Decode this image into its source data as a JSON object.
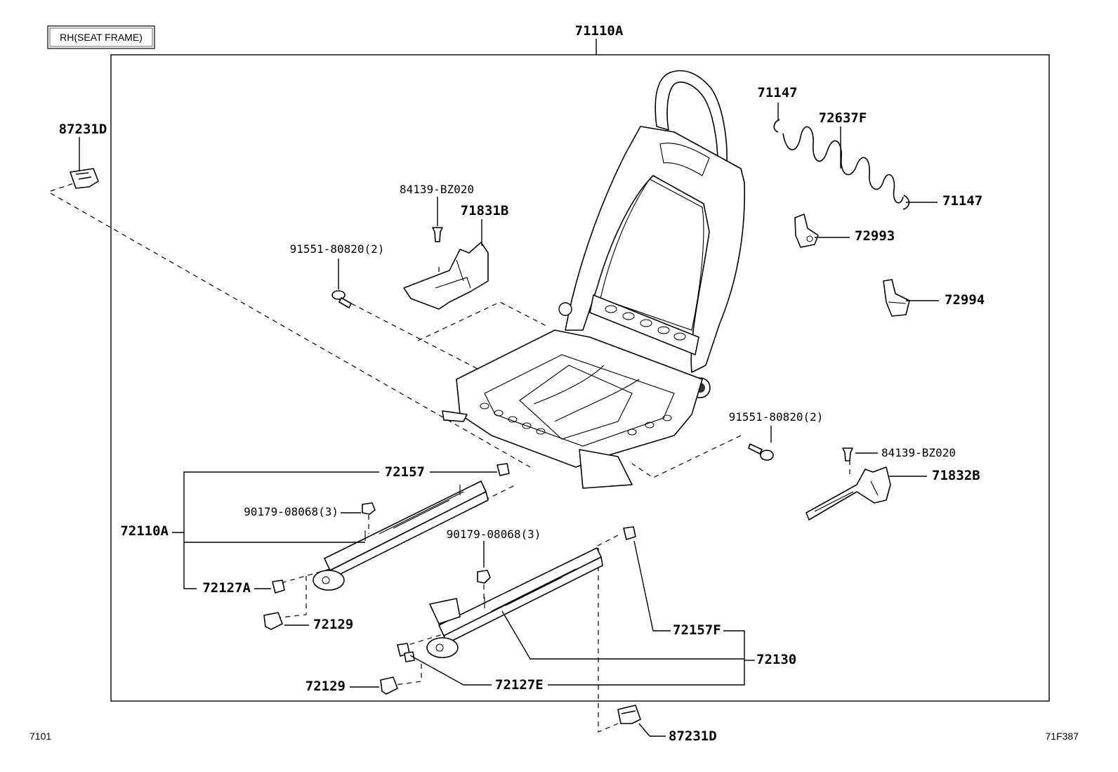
{
  "header": {
    "view_label": "RH(SEAT FRAME)"
  },
  "footer": {
    "page_code": "7101",
    "figure_code": "71F387"
  },
  "labels": {
    "frame_assy": "71110A",
    "rear_cover_left": "87231D",
    "rear_cover_right": "87231D",
    "spring_hook_top": "71147",
    "spring_hook_right": "71147",
    "spring": "72637F",
    "bracket_upper": "72993",
    "bracket_lower": "72994",
    "clip_left": "84139-BZ020",
    "clip_right": "84139-BZ020",
    "bracket_left": "71831B",
    "bracket_right": "71832B",
    "bolt_left": "91551-80820(2)",
    "bolt_right": "91551-80820(2)",
    "cover_adjuster_top": "72157",
    "adjuster_assy": "72110A",
    "nut_left": "90179-08068(3)",
    "nut_right": "90179-08068(3)",
    "cover_a": "72127A",
    "cover_left_1": "72129",
    "cover_left_2": "72129",
    "cover_f": "72157F",
    "track_right": "72130",
    "cover_e": "72127E"
  }
}
